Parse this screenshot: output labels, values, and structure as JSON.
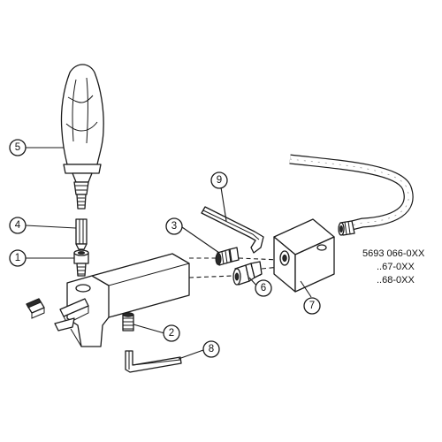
{
  "callouts": [
    {
      "id": "1",
      "part": "screw"
    },
    {
      "id": "2",
      "part": "set-screw"
    },
    {
      "id": "3",
      "part": "coolant-plug"
    },
    {
      "id": "4",
      "part": "torx-bit"
    },
    {
      "id": "5",
      "part": "screwdriver"
    },
    {
      "id": "6",
      "part": "coolant-nipple"
    },
    {
      "id": "7",
      "part": "coolant-adapter-block"
    },
    {
      "id": "8",
      "part": "hex-key"
    },
    {
      "id": "9",
      "part": "hex-key"
    }
  ],
  "part_numbers": [
    "5693 066-0XX",
    "..67-0XX",
    "..68-0XX"
  ],
  "colors": {
    "line": "#1a1a1a",
    "background": "#ffffff"
  }
}
